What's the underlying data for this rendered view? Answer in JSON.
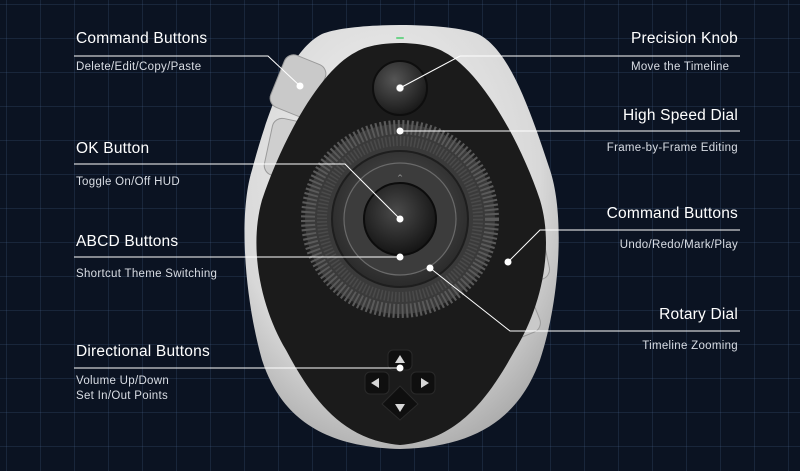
{
  "colors": {
    "background": "#0b1322",
    "grid": "#3a4e72",
    "shell": "#e8e8e8",
    "body": "#1a1a1a",
    "leader": "#ffffff"
  },
  "callouts": {
    "command_left": {
      "title": "Command Buttons",
      "desc": "Delete/Edit/Copy/Paste"
    },
    "ok": {
      "title": "OK Button",
      "desc": "Toggle On/Off HUD"
    },
    "abcd": {
      "title": "ABCD Buttons",
      "desc": "Shortcut Theme Switching"
    },
    "directional": {
      "title": "Directional Buttons",
      "desc_line1": "Volume Up/Down",
      "desc_line2": "Set In/Out Points"
    },
    "precision": {
      "title": "Precision Knob",
      "desc": "Move the Timeline"
    },
    "high_speed": {
      "title": "High Speed Dial",
      "desc": "Frame-by-Frame Editing"
    },
    "command_right": {
      "title": "Command Buttons",
      "desc": "Undo/Redo/Mark/Play"
    },
    "rotary": {
      "title": "Rotary Dial",
      "desc": "Timeline Zooming"
    }
  }
}
